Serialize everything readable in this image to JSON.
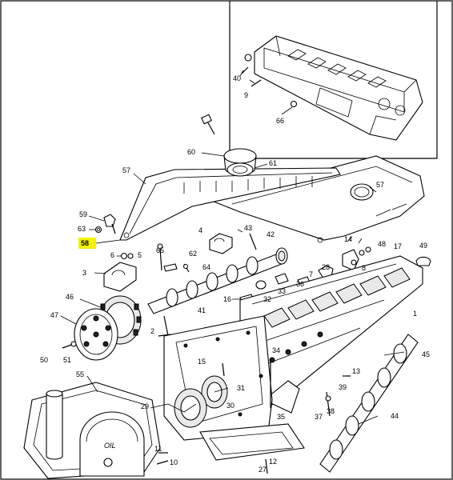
{
  "diagram": {
    "highlight_color": "#f5f200",
    "highlighted_label": "58",
    "labels": [
      "59",
      "63",
      "58",
      "6",
      "5",
      "3",
      "65",
      "4",
      "62",
      "64",
      "60",
      "61",
      "57",
      "43",
      "42",
      "14",
      "48",
      "17",
      "49",
      "28",
      "8",
      "7",
      "36",
      "33",
      "16",
      "32",
      "46",
      "47",
      "50",
      "51",
      "2",
      "41",
      "1",
      "40",
      "9",
      "66",
      "34",
      "15",
      "31",
      "13",
      "45",
      "39",
      "38",
      "37",
      "35",
      "30",
      "29",
      "55",
      "44",
      "11",
      "10",
      "27",
      "12"
    ],
    "inset_text": "OIL"
  }
}
